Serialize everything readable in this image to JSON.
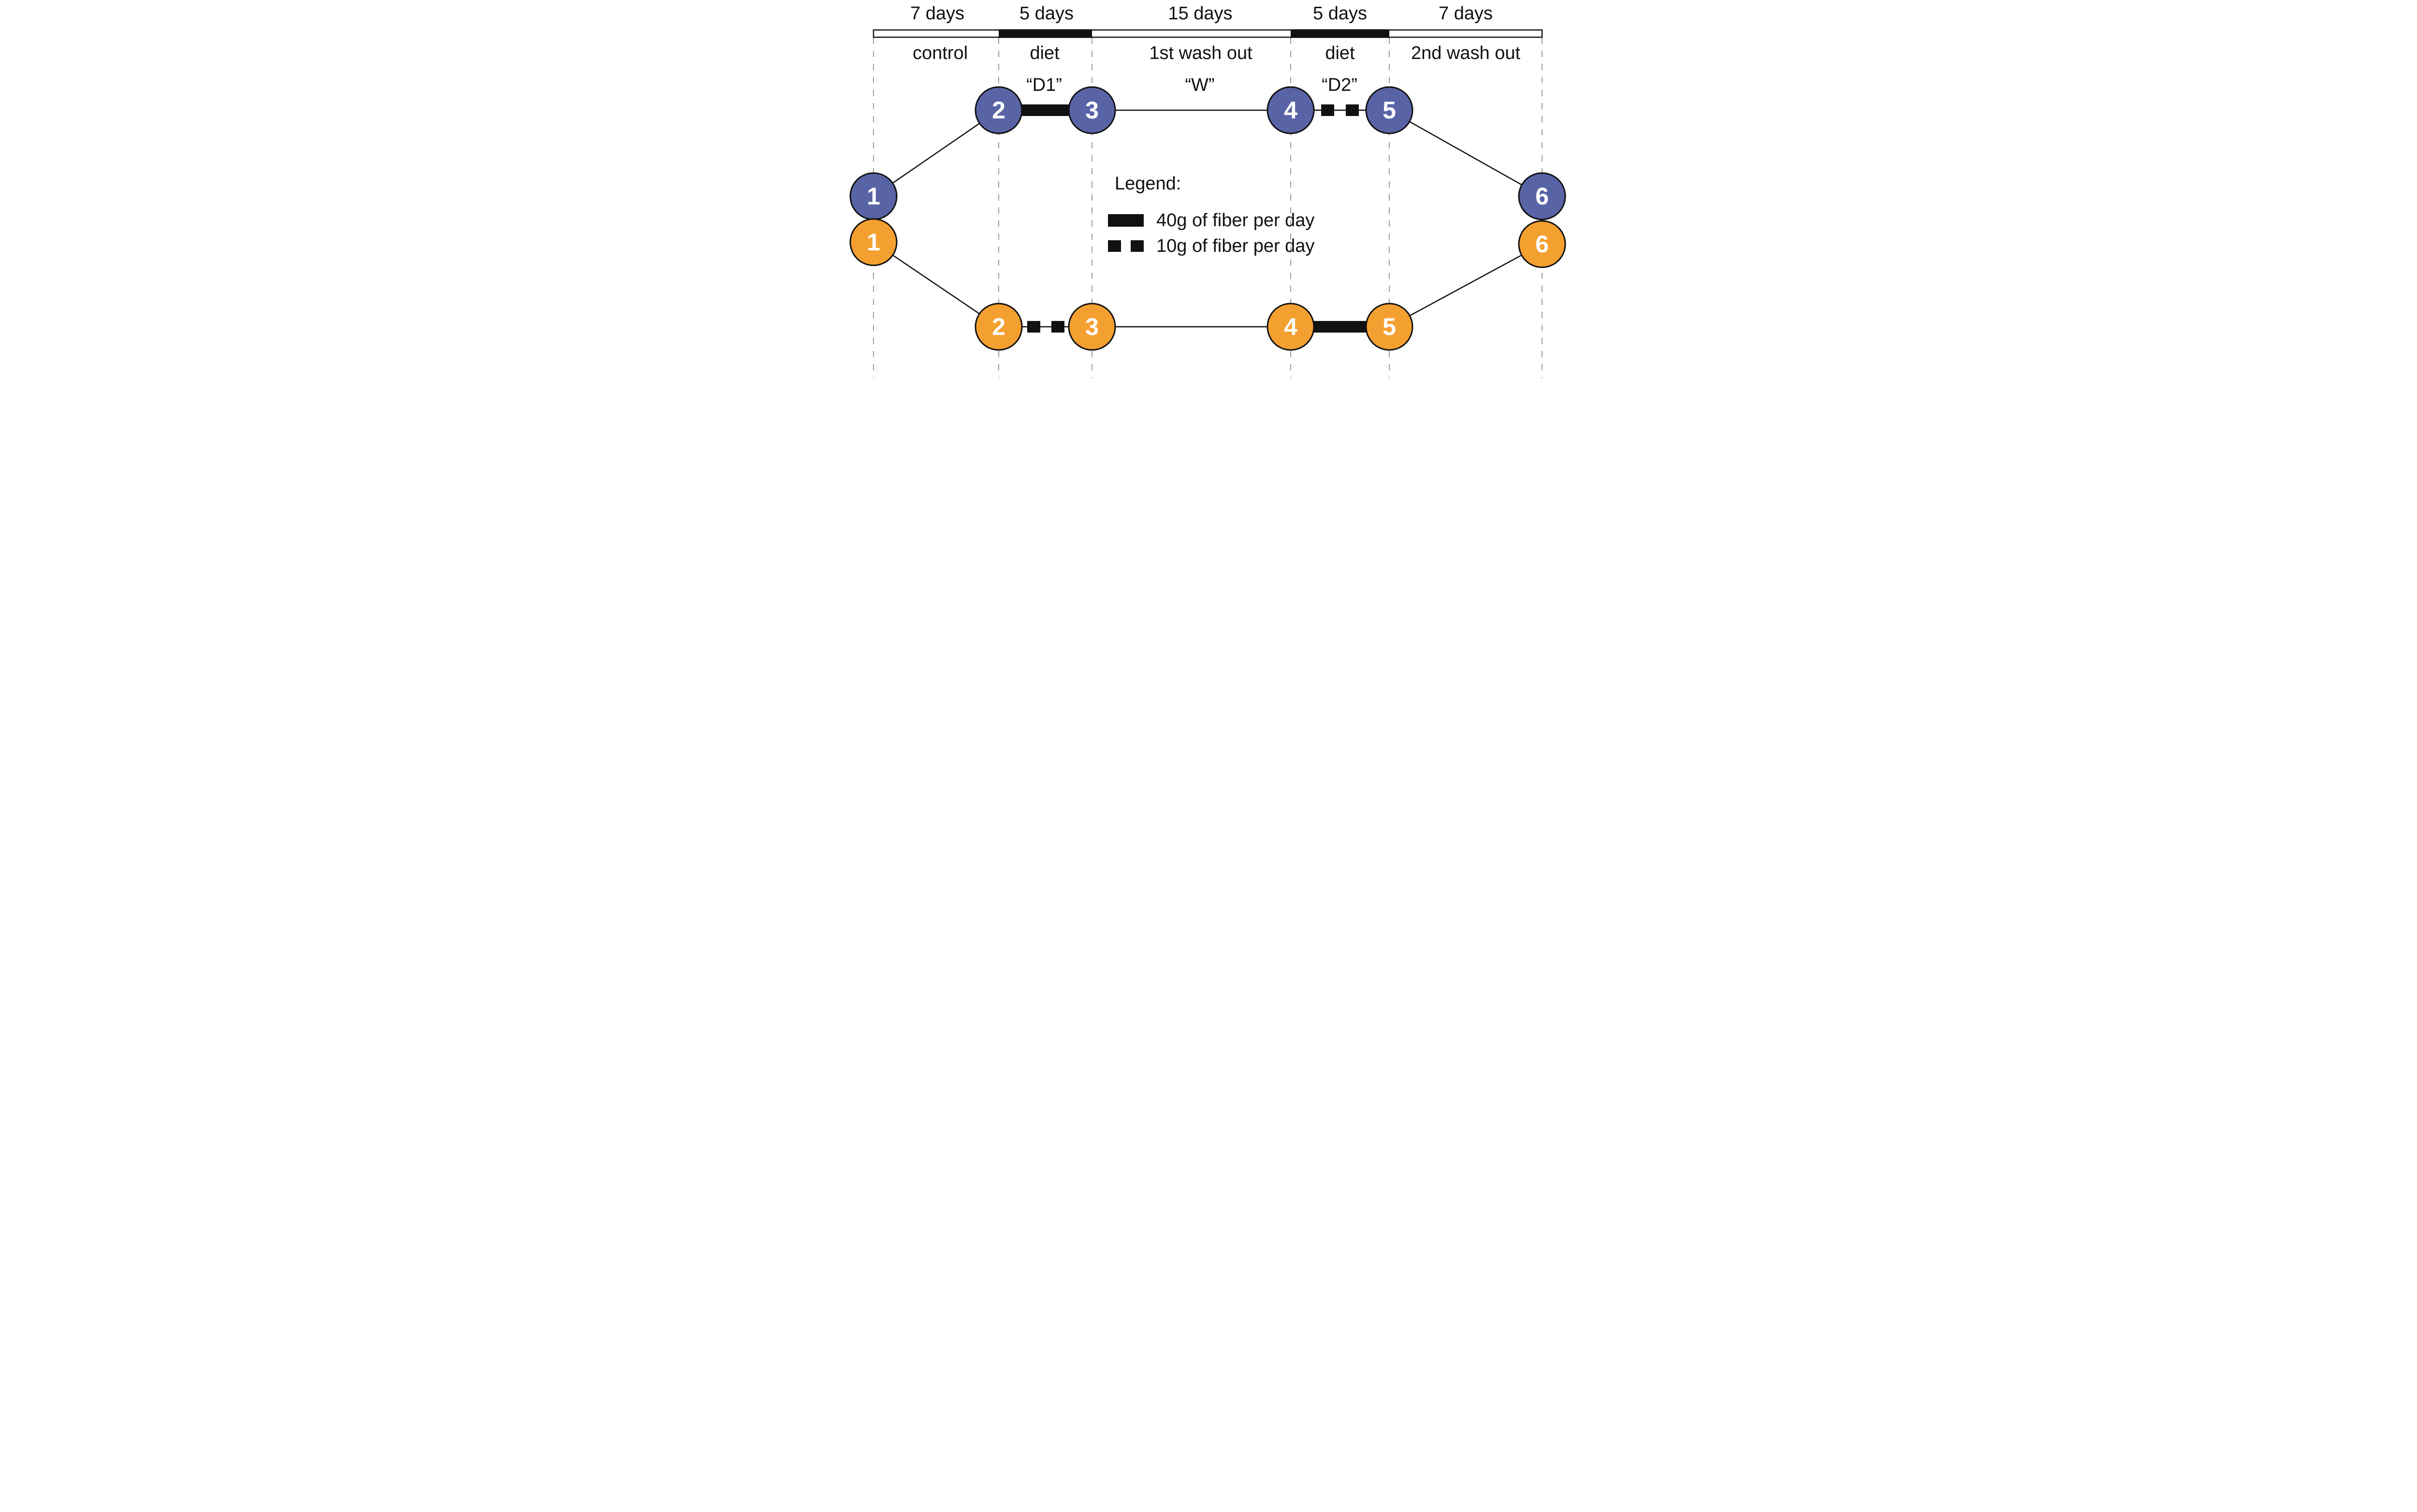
{
  "figure_type": "crossover-study-design-diagram",
  "colors": {
    "arm_top": "#5964A6",
    "arm_bottom": "#F4A030",
    "ink": "#111111",
    "bar_fill_white": "#ffffff",
    "dashed_line": "#9B9B9B",
    "node_number": "#ffffff"
  },
  "timeline": {
    "segments": [
      {
        "duration": "7 days",
        "phase": "control",
        "bar": "white"
      },
      {
        "duration": "5 days",
        "phase": "diet",
        "bar": "black"
      },
      {
        "duration": "15 days",
        "phase": "1st wash out",
        "bar": "white"
      },
      {
        "duration": "5 days",
        "phase": "diet",
        "bar": "black"
      },
      {
        "duration": "7 days",
        "phase": "2nd wash out",
        "bar": "white"
      }
    ]
  },
  "intervals": {
    "d1": "“D1”",
    "w": "“W”",
    "d2": "“D2”"
  },
  "arms": {
    "top": {
      "numbers": [
        "1",
        "2",
        "3",
        "4",
        "5",
        "6"
      ]
    },
    "bottom": {
      "numbers": [
        "1",
        "2",
        "3",
        "4",
        "5",
        "6"
      ]
    }
  },
  "legend": {
    "title": "Legend:",
    "item_40g": "40g of fiber per day",
    "item_10g": "10g of fiber per day"
  }
}
